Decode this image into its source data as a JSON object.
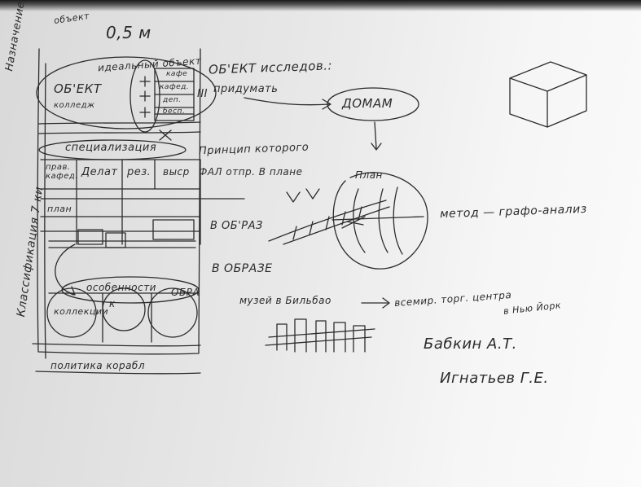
{
  "sheet": {
    "left_margin": {
      "top_vertical": "Назначение",
      "top_vertical_small": "объект",
      "bottom_vertical": "Классификация 7 ки"
    },
    "size_note": "0,5 м",
    "top_block": {
      "oval_caption": "идеальный объект",
      "object_label": "ОБ'ЕКТ",
      "small_label": "колледж",
      "stack_items": [
        "кафе",
        "кафед.",
        "деп.",
        "бесп."
      ],
      "roman_numeral": "III"
    },
    "specialization_label": "специализация",
    "table": {
      "headers": [
        "прав. кафед.",
        "Делат",
        "рез.",
        "выср"
      ],
      "row_label": "план"
    },
    "bottom_block": {
      "oval_caption": "особенности",
      "side_label": "ОБРА",
      "k_label": "к",
      "collection_label": "коллекции",
      "footer_label": "политика корабл"
    },
    "right_notes": {
      "objects_title": "ОБ'ЕКТ исследов.:",
      "invent_label": "придумать",
      "houses_label": "ДОМАМ",
      "architecture_principle": "Принцип которого",
      "hoffman_row": "ФАЛ отпр. В плане",
      "plan_label": "План",
      "in_image_1": "В ОБ'РАЗ",
      "in_image_2": "В ОБРАЗЕ",
      "museum_label": "музей в Бильбао",
      "museum_arrow_note": "всемир. торг. центра",
      "museum_arrow_note_2": "в Нью Йорк",
      "method_label": "метод — графо-анализ",
      "author_1": "Бабкин А.Т.",
      "author_2": "Игнатьев Г.Е."
    },
    "colors": {
      "ink": "#2b2b2b",
      "paper": "#ececec"
    }
  }
}
